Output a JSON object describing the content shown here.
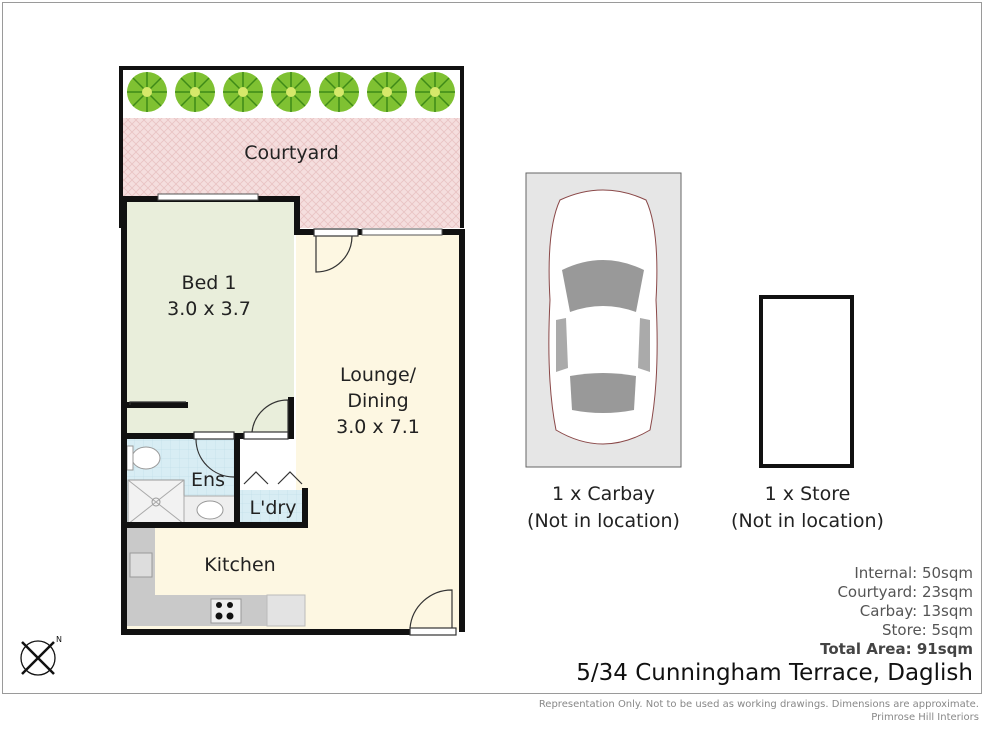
{
  "rooms": {
    "courtyard": "Courtyard",
    "bed1_name": "Bed 1",
    "bed1_dims": "3.0 x 3.7",
    "lounge_name_1": "Lounge/",
    "lounge_name_2": "Dining",
    "lounge_dims": "3.0 x 7.1",
    "ensuite": "Ens",
    "laundry": "L'dry",
    "kitchen": "Kitchen"
  },
  "extras": {
    "carbay_1": "1 x Carbay",
    "carbay_2": "(Not in location)",
    "store_1": "1 x Store",
    "store_2": "(Not in location)"
  },
  "areas": {
    "internal": "Internal: 50sqm",
    "courtyard": "Courtyard: 23sqm",
    "carbay": "Carbay: 13sqm",
    "store": "Store: 5sqm",
    "total": "Total Area: 91sqm"
  },
  "address": "5/34 Cunningham Terrace, Daglish",
  "disclaimer": "Representation Only. Not to be used as working drawings. Dimensions are approximate.",
  "company": "Primrose Hill Interiors",
  "colors": {
    "bed": "#e9eedb",
    "lounge": "#fdf7e2",
    "wet": "#d6ecf3",
    "courtyard": "#f3d9d9",
    "counter": "#c8c8c8",
    "wall": "#111111"
  }
}
